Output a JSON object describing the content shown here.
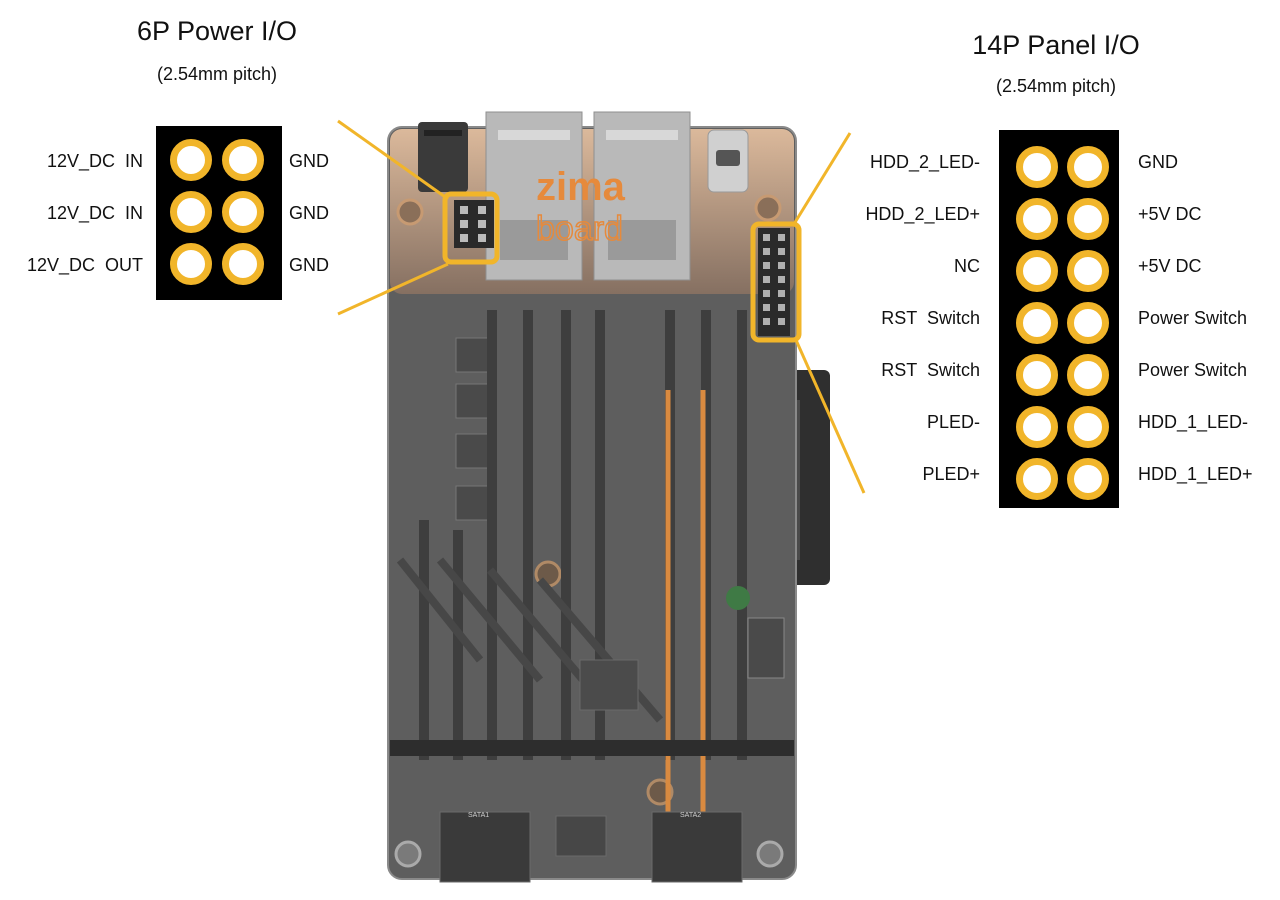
{
  "power_io": {
    "title": "6P Power I/O",
    "pitch": "(2.54mm pitch)",
    "left_labels": [
      "12V_DC  IN",
      "12V_DC  IN",
      "12V_DC  OUT"
    ],
    "right_labels": [
      "GND",
      "GND",
      "GND"
    ]
  },
  "panel_io": {
    "title": "14P Panel I/O",
    "pitch": "(2.54mm pitch)",
    "left_labels": [
      "HDD_2_LED-",
      "HDD_2_LED+",
      "NC",
      "RST  Switch",
      "RST  Switch",
      "PLED-",
      "PLED+"
    ],
    "right_labels": [
      "GND",
      "+5V DC",
      "+5V DC",
      "Power Switch",
      "Power Switch",
      "HDD_1_LED-",
      "HDD_1_LED+"
    ]
  },
  "board": {
    "logo_line1": "zima",
    "logo_line2": "board",
    "silk_sata1": "SATA1",
    "silk_sata2": "SATA2"
  },
  "colors": {
    "accent": "#f1b52a",
    "header_bg": "#000000",
    "board": "#5c5c5c",
    "copper": "#d98a40"
  }
}
